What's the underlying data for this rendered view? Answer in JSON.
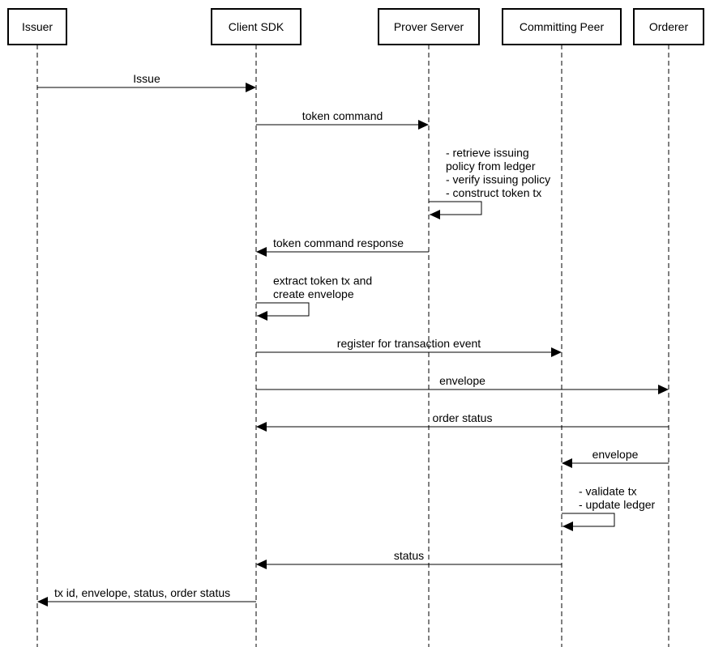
{
  "participants": [
    {
      "id": "issuer",
      "label": "Issuer"
    },
    {
      "id": "client_sdk",
      "label": "Client SDK"
    },
    {
      "id": "prover_server",
      "label": "Prover Server"
    },
    {
      "id": "committing_peer",
      "label": "Committing Peer"
    },
    {
      "id": "orderer",
      "label": "Orderer"
    }
  ],
  "messages": [
    {
      "from": "issuer",
      "to": "client_sdk",
      "lines": [
        "Issue"
      ]
    },
    {
      "from": "client_sdk",
      "to": "prover_server",
      "lines": [
        "token command"
      ]
    },
    {
      "from": "prover_server",
      "to": "prover_server",
      "lines": [
        "- retrieve issuing",
        "policy from ledger",
        "- verify issuing policy",
        "- construct token tx"
      ]
    },
    {
      "from": "prover_server",
      "to": "client_sdk",
      "lines": [
        "token command response"
      ]
    },
    {
      "from": "client_sdk",
      "to": "client_sdk",
      "lines": [
        "extract token tx and",
        "create envelope"
      ]
    },
    {
      "from": "client_sdk",
      "to": "committing_peer",
      "lines": [
        "register for transaction event"
      ]
    },
    {
      "from": "client_sdk",
      "to": "orderer",
      "lines": [
        "envelope"
      ]
    },
    {
      "from": "orderer",
      "to": "client_sdk",
      "lines": [
        "order status"
      ]
    },
    {
      "from": "orderer",
      "to": "committing_peer",
      "lines": [
        "envelope"
      ]
    },
    {
      "from": "committing_peer",
      "to": "committing_peer",
      "lines": [
        "- validate tx",
        "- update ledger"
      ]
    },
    {
      "from": "committing_peer",
      "to": "client_sdk",
      "lines": [
        "status"
      ]
    },
    {
      "from": "client_sdk",
      "to": "issuer",
      "lines": [
        "tx id, envelope, status, order status"
      ]
    }
  ]
}
